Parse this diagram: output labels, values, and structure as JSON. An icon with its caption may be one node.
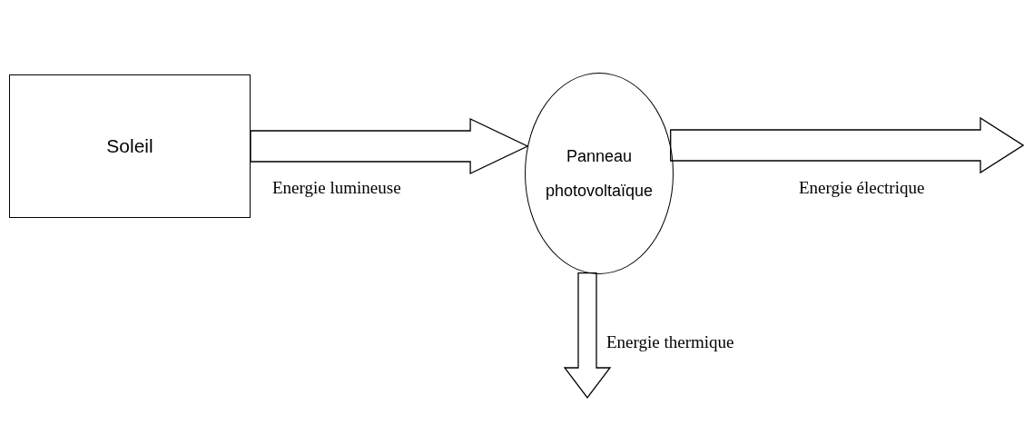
{
  "diagram": {
    "nodes": [
      {
        "text": [
          "Soleil"
        ]
      },
      {
        "text": [
          "Panneau photovoltaïque"
        ]
      }
    ],
    "edges": [
      {
        "from": 0,
        "to": 1,
        "arrow": "to",
        "label": "Energie lumineuse"
      },
      {
        "from": 1,
        "to": null,
        "arrow": "to",
        "label": "Energie électrique"
      },
      {
        "from": 1,
        "to": null,
        "arrow": "to",
        "label": "Energie thermique"
      }
    ]
  }
}
